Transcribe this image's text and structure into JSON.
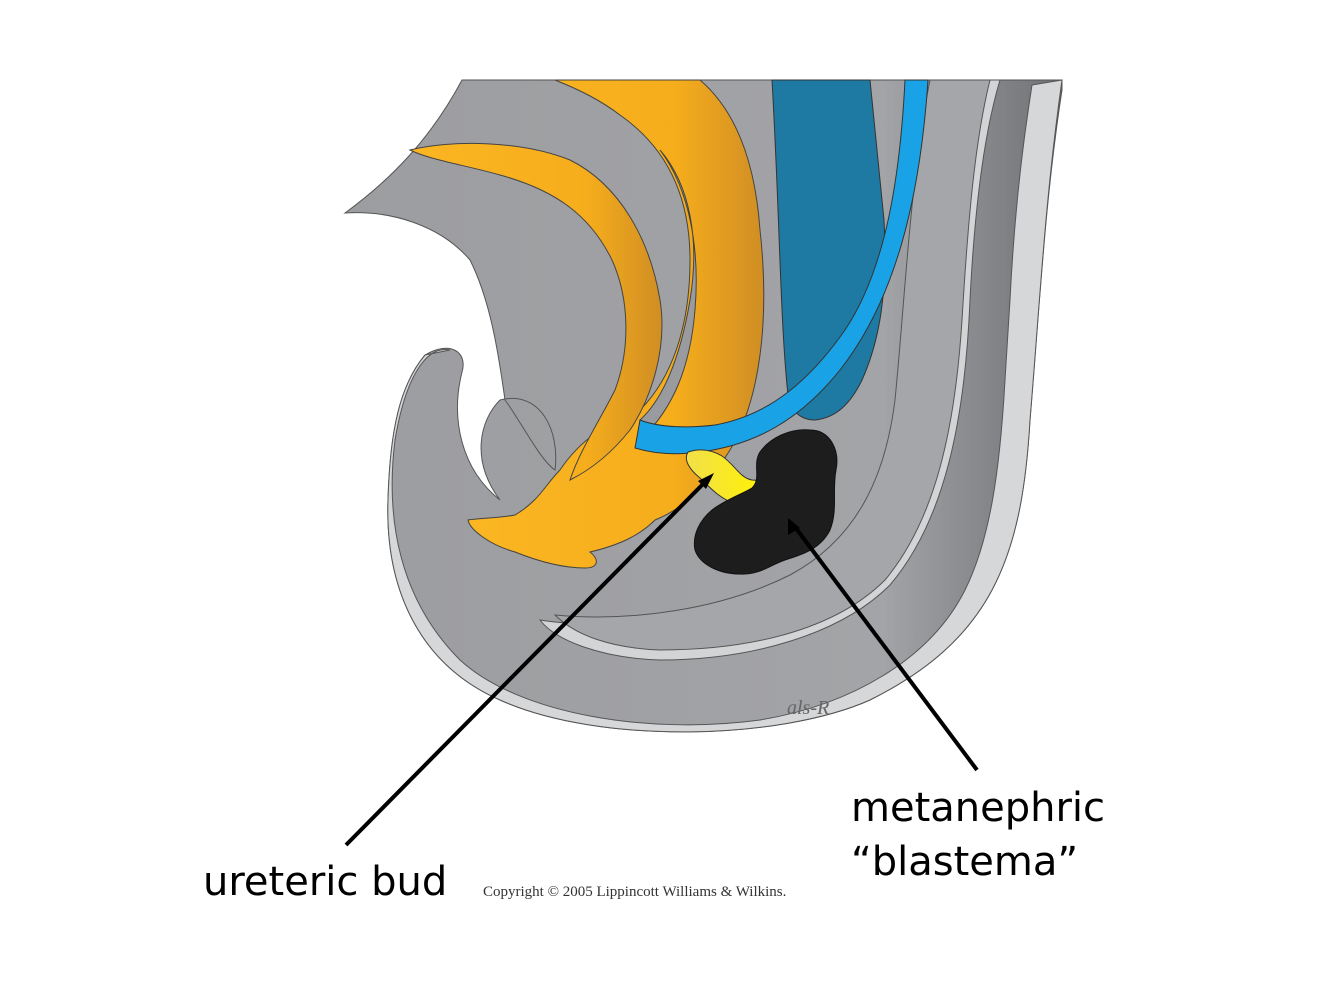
{
  "labels": {
    "ureteric_bud": "ureteric bud",
    "metanephric_line1": "metanephric",
    "metanephric_line2": "“blastema”"
  },
  "copyright": "Copyright © 2005 Lippincott Williams & Wilkins.",
  "signature": "als-R",
  "colors": {
    "outer_wall": "#8d8e92",
    "outer_wall_dark": "#6e6f73",
    "light_band": "#d4d5d7",
    "mid_gray": "#a2a3a6",
    "orange_tissue": "#fbb21c",
    "dark_blue_duct": "#1e7aa3",
    "light_blue_duct": "#19a3e6",
    "ureteric_bud_yellow": "#f8ec1e",
    "blastema_black": "#1d1d1d",
    "pointer_line": "#000000"
  }
}
